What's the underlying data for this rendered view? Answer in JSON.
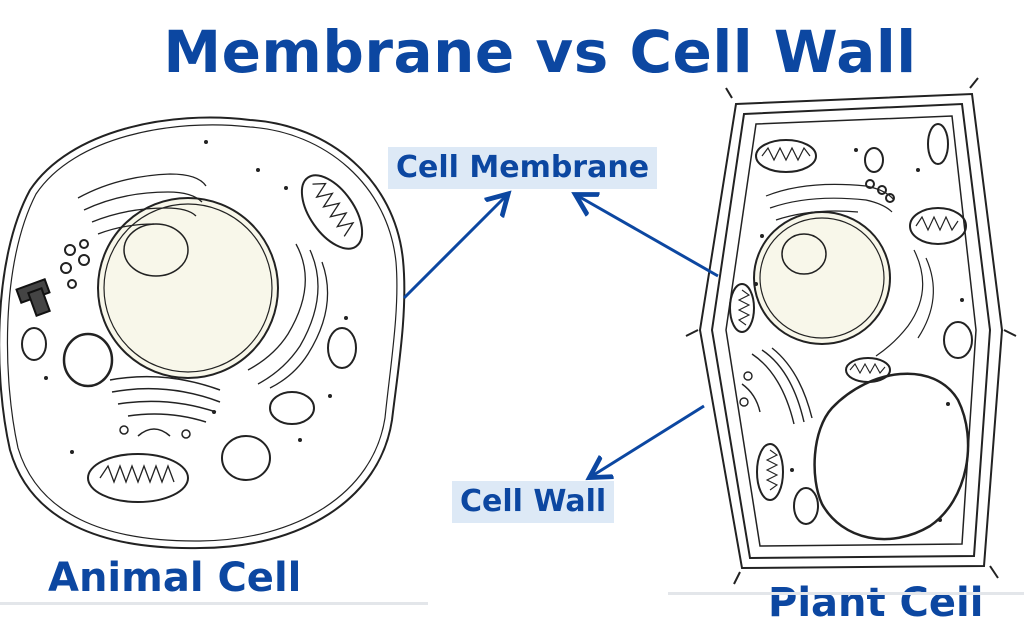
{
  "title": "Membrane vs Cell Wall",
  "labels": {
    "cell_membrane": "Cell Membrane",
    "cell_wall": "Cell Wall",
    "animal_cell": "Animal Cell",
    "plant_cell": "Plant Cell"
  },
  "colors": {
    "text": "#0c47a1",
    "label_bg": "#dde9f6",
    "line": "#222222",
    "nucleus_fill": "#f8f7ea",
    "arrow": "#0c47a1"
  }
}
